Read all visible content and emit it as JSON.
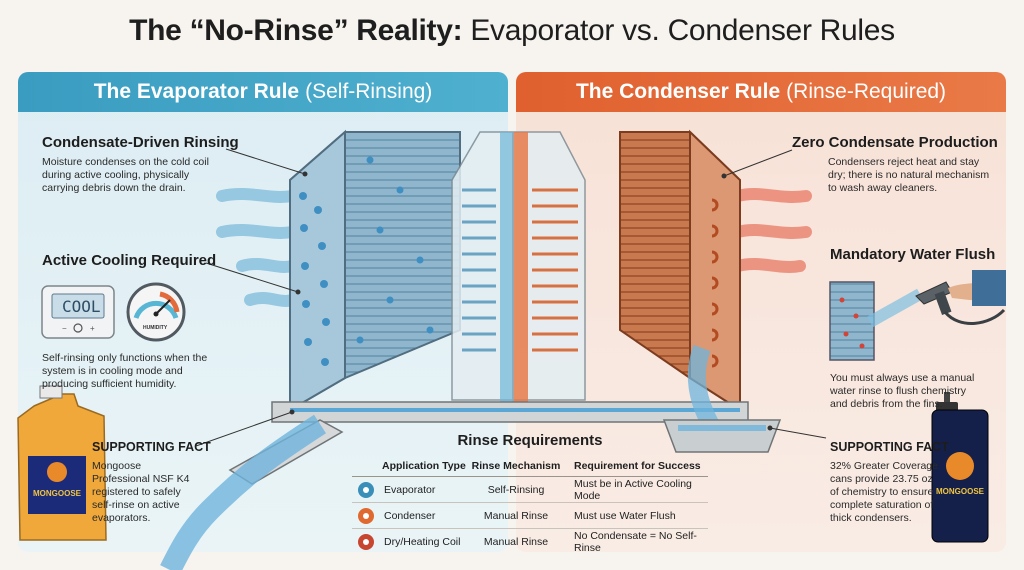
{
  "title": {
    "part1": "The “No-Rinse” Reality:",
    "part2": " Evaporator vs. Condenser Rules"
  },
  "left_banner": {
    "bold": "The Evaporator Rule",
    "rest": "(Self-Rinsing)"
  },
  "right_banner": {
    "bold": "The Condenser Rule",
    "rest": "(Rinse-Required)"
  },
  "left": {
    "condensate": {
      "heading": "Condensate-Driven Rinsing",
      "text": "Moisture condenses on the cold coil during active cooling, physically carrying debris down the drain."
    },
    "cooling": {
      "heading": "Active Cooling Required",
      "text": "Self-rinsing only functions when the system is in cooling mode and producing sufficient humidity."
    },
    "fact": {
      "heading": "SUPPORTING FACT",
      "text": "Mongoose Professional NSF K4 registered to safely self-rinse on active evaporators."
    },
    "thermostat_display": "COOL",
    "gauge_label": "HUMIDITY",
    "jug_brand": "MONGOOSE"
  },
  "right": {
    "zero": {
      "heading": "Zero Condensate Production",
      "text": "Condensers reject heat and stay dry; there is no natural mechanism to wash away cleaners."
    },
    "flush": {
      "heading": "Mandatory Water Flush",
      "text": "You must always use a manual water rinse to flush chemistry and debris from the fins."
    },
    "fact": {
      "heading": "SUPPORTING FACT",
      "text": "32% Greater Coverage cans provide 23.75 oz of chemistry to ensure complete saturation of thick condensers."
    },
    "can_brand": "MONGOOSE"
  },
  "table": {
    "title": "Rinse Requirements",
    "headers": [
      "Application Type",
      "Rinse Mechanism",
      "Requirement for Success"
    ],
    "rows": [
      {
        "type": "Evaporator",
        "mechanism": "Self-Rinsing",
        "requirement": "Must be in Active Cooling Mode",
        "color": "#3a8fb8"
      },
      {
        "type": "Condenser",
        "mechanism": "Manual Rinse",
        "requirement": "Must use Water Flush",
        "color": "#e0692f"
      },
      {
        "type": "Dry/Heating Coil",
        "mechanism": "Manual Rinse",
        "requirement": "No Condensate = No Self-Rinse",
        "color": "#c7462f"
      }
    ]
  },
  "colors": {
    "evaporator": "#3a9cc0",
    "condenser": "#e0602f"
  }
}
